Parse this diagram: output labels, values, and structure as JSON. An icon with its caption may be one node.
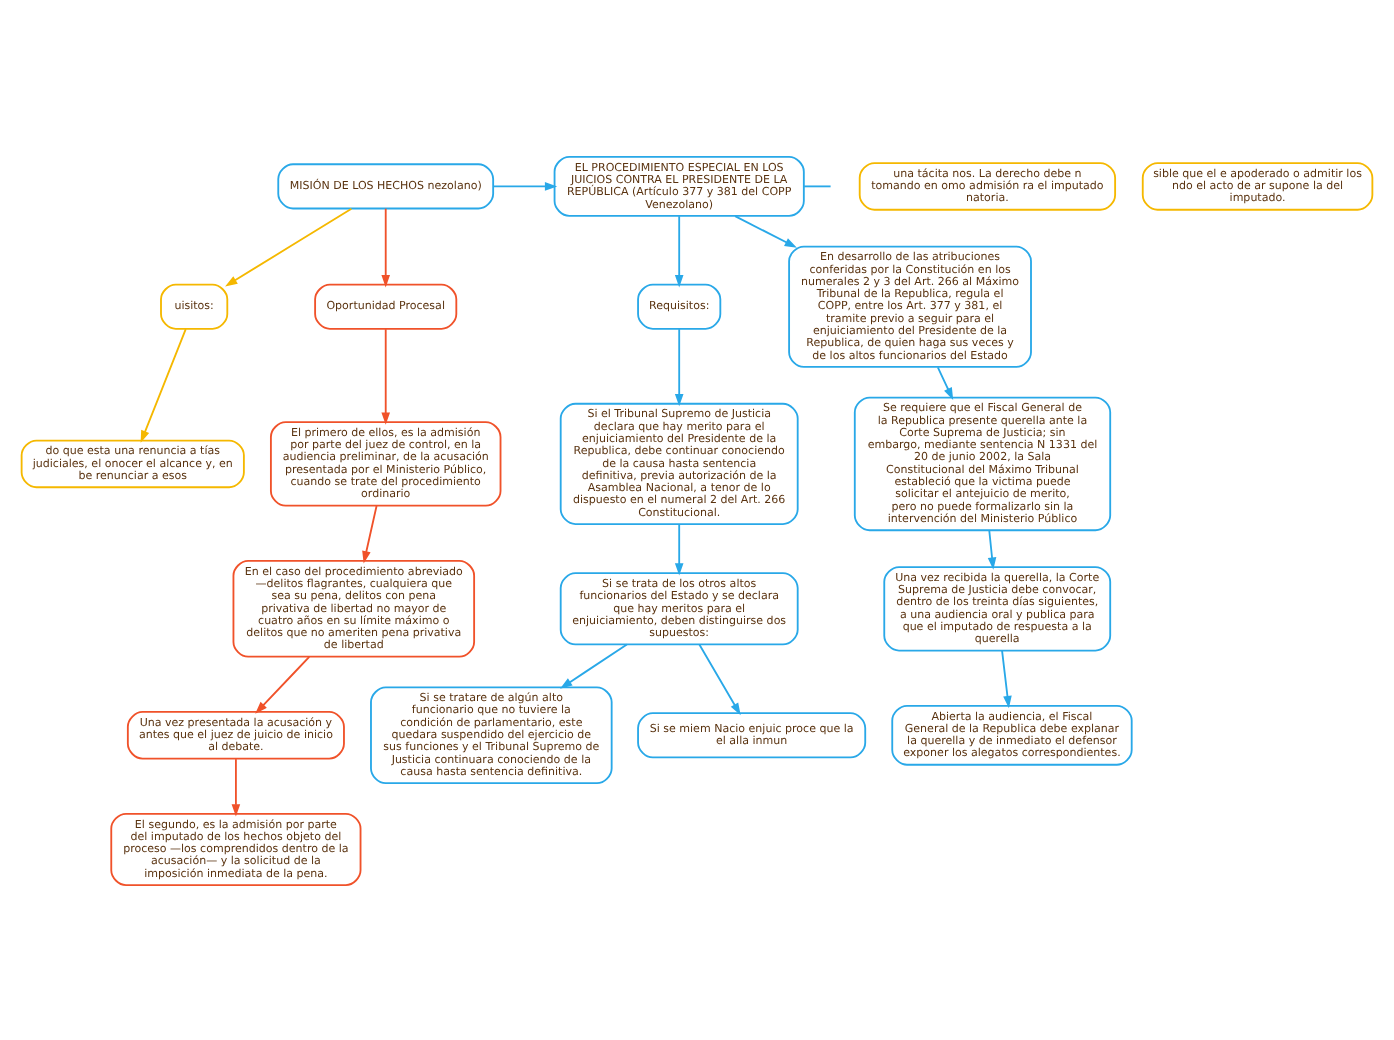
{
  "diagram": {
    "nodes": [
      {
        "text": [
          "MISIÓN DE LOS HECHOS nezolano)"
        ]
      },
      {
        "text": [
          "EL PROCEDIMIENTO ESPECIAL EN LOS JUICIOS CONTRA EL PRESIDENTE DE LA REPÚBLICA (Artículo 377 y 381 del COPP Venezolano)"
        ]
      },
      {
        "text": [
          "uisitos:"
        ]
      },
      {
        "text": [
          "do que esta una renuncia a tías judiciales, el onocer el alcance y, en be renunciar a esos"
        ]
      },
      {
        "text": [
          "una tácita nos. La derecho debe n tomando en omo admisión ra el imputado natoria."
        ]
      },
      {
        "text": [
          "sible que el e apoderado o admitir los ndo el acto de ar supone la del imputado."
        ]
      },
      {
        "text": [
          "Oportunidad Procesal"
        ]
      },
      {
        "text": [
          "El primero de ellos, es la admisión por parte del juez de control, en la audiencia preliminar, de la acusación presentada por el Ministerio Público, cuando se trate del procedimiento ordinario"
        ]
      },
      {
        "text": [
          "En el caso del procedimiento abreviado —delitos flagrantes, cualquiera que sea su pena, delitos con pena privativa de libertad no mayor de cuatro años en su límite máximo o delitos que no ameriten pena privativa de libertad"
        ]
      },
      {
        "text": [
          "Una vez presentada la acusación y antes que el juez de juicio de inicio al debate."
        ]
      },
      {
        "text": [
          "El segundo, es la admisión por parte del imputado de los hechos objeto del proceso —los comprendidos dentro de la acusación— y la solicitud de la imposición inmediata de la pena."
        ]
      },
      {
        "text": [
          "Requisitos:"
        ]
      },
      {
        "text": [
          "Si el Tribunal Supremo de Justicia declara que hay merito para el enjuiciamiento del Presidente de la Republica, debe continuar conociendo de la causa hasta sentencia definitiva, previa autorización de la Asamblea Nacional, a tenor de lo dispuesto en el numeral 2 del Art. 266 Constitucional."
        ]
      },
      {
        "text": [
          "En desarrollo de las atribuciones conferidas por la Constitución en los numerales 2 y 3 del Art. 266 al Máximo Tribunal de la Republica, regula el COPP, entre los Art. 377 y 381, el tramite previo a seguir para el enjuiciamiento del Presidente de la Republica, de quien haga sus veces y de los altos funcionarios del Estado"
        ]
      },
      {
        "text": [
          "Se requiere que el Fiscal General de la Republica presente querella ante la Corte Suprema de Justicia; sin embargo, mediante sentencia N 1331 del 20 de junio 2002, la Sala Constitucional del Máximo Tribunal estableció que la victima puede solicitar el antejuicio de merito, pero no puede formalizarlo sin la intervención del Ministerio Público"
        ]
      },
      {
        "text": [
          "Una vez recibida la querella, la Corte Suprema de Justicia debe convocar, dentro de los treinta días siguientes, a una audiencia oral y publica para que el imputado de respuesta a la querella"
        ]
      },
      {
        "text": [
          "Abierta la audiencia, el Fiscal General de la Republica debe explanar la querella y de inmediato el defensor exponer los alegatos correspondientes."
        ]
      },
      {
        "text": [
          "Si se trata de los otros altos funcionarios del Estado y se declara que hay meritos para el enjuiciamiento, deben distinguirse dos supuestos:"
        ]
      },
      {
        "text": [
          "Si se tratare de algún alto funcionario que no tuviere la condición de parlamentario, este quedara suspendido del ejercicio de sus funciones y el Tribunal Supremo de Justicia continuara conociendo de la causa hasta sentencia definitiva."
        ]
      },
      {
        "text": [
          "Si se miem Nacio enjuic proce que la el alla inmun"
        ]
      }
    ],
    "edges": [
      {
        "from": 0,
        "to": 1,
        "arrow": "to"
      },
      {
        "from": 0,
        "to": 2,
        "arrow": "to",
        "color": "#f5b800"
      },
      {
        "from": 2,
        "to": 3,
        "arrow": "to",
        "color": "#f5b800"
      },
      {
        "from": 0,
        "to": 6,
        "arrow": "to",
        "color": "#f0522a"
      },
      {
        "from": 6,
        "to": 7,
        "arrow": "to",
        "color": "#f0522a"
      },
      {
        "from": 7,
        "to": 8,
        "arrow": "to",
        "color": "#f0522a"
      },
      {
        "from": 8,
        "to": 9,
        "arrow": "to",
        "color": "#f0522a"
      },
      {
        "from": 9,
        "to": 10,
        "arrow": "to",
        "color": "#f0522a"
      },
      {
        "from": 1,
        "to": 13,
        "arrow": "to"
      },
      {
        "from": 1,
        "to": 11,
        "arrow": "to"
      },
      {
        "from": 1,
        "to": null,
        "arrow": "none"
      },
      {
        "from": 11,
        "to": 12,
        "arrow": "to"
      },
      {
        "from": 13,
        "to": 14,
        "arrow": "to"
      },
      {
        "from": 14,
        "to": 15,
        "arrow": "to"
      },
      {
        "from": 15,
        "to": 16,
        "arrow": "to"
      },
      {
        "from": 12,
        "to": 17,
        "arrow": "to"
      },
      {
        "from": 17,
        "to": 18,
        "arrow": "to"
      },
      {
        "from": 17,
        "to": 19,
        "arrow": "to"
      }
    ]
  }
}
